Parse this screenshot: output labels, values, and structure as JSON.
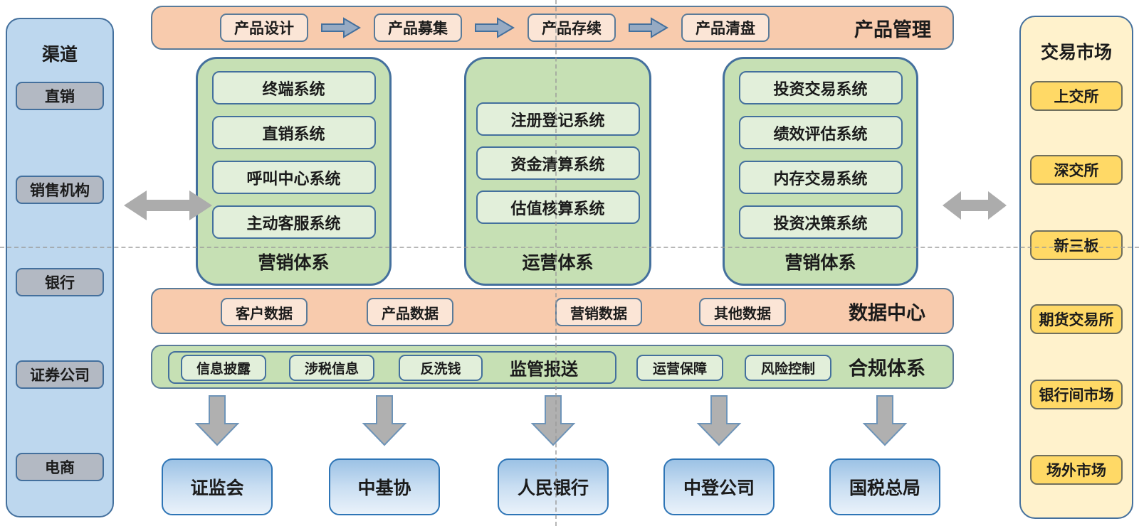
{
  "colors": {
    "panel_blue": "#BDD7EE",
    "panel_yellow": "#FFF2CC",
    "bar_orange": "#F8CBAD",
    "btn_peach": "#FBE5D6",
    "box_green": "#C6E0B4",
    "btn_light_green": "#E2EFDA",
    "btn_gray": "#B3B9C3",
    "btn_yellow": "#FFD966",
    "border_blue": "#44709D",
    "regulator_border": "#2E75B6",
    "arrow_gray": "#ACACAC"
  },
  "left_panel": {
    "title": "渠道",
    "items": [
      "直销",
      "销售机构",
      "银行",
      "证券公司",
      "电商"
    ]
  },
  "top_bar": {
    "title": "产品管理",
    "steps": [
      "产品设计",
      "产品募集",
      "产品存续",
      "产品清盘"
    ]
  },
  "system_boxes": [
    {
      "title": "营销体系",
      "items": [
        "终端系统",
        "直销系统",
        "呼叫中心系统",
        "主动客服系统"
      ]
    },
    {
      "title": "运营体系",
      "items": [
        "注册登记系统",
        "资金清算系统",
        "估值核算系统"
      ]
    },
    {
      "title": "营销体系",
      "items": [
        "投资交易系统",
        "绩效评估系统",
        "内存交易系统",
        "投资决策系统"
      ]
    }
  ],
  "data_center": {
    "title": "数据中心",
    "items": [
      "客户数据",
      "产品数据",
      "营销数据",
      "其他数据"
    ]
  },
  "compliance": {
    "title": "合规体系",
    "regulatory_group": {
      "title": "监管报送",
      "items": [
        "信息披露",
        "涉税信息",
        "反洗钱"
      ]
    },
    "items": [
      "运营保障",
      "风险控制"
    ]
  },
  "regulators": [
    "证监会",
    "中基协",
    "人民银行",
    "中登公司",
    "国税总局"
  ],
  "right_panel": {
    "title": "交易市场",
    "items": [
      "上交所",
      "深交所",
      "新三板",
      "期货交易所",
      "银行间市场",
      "场外市场"
    ]
  }
}
